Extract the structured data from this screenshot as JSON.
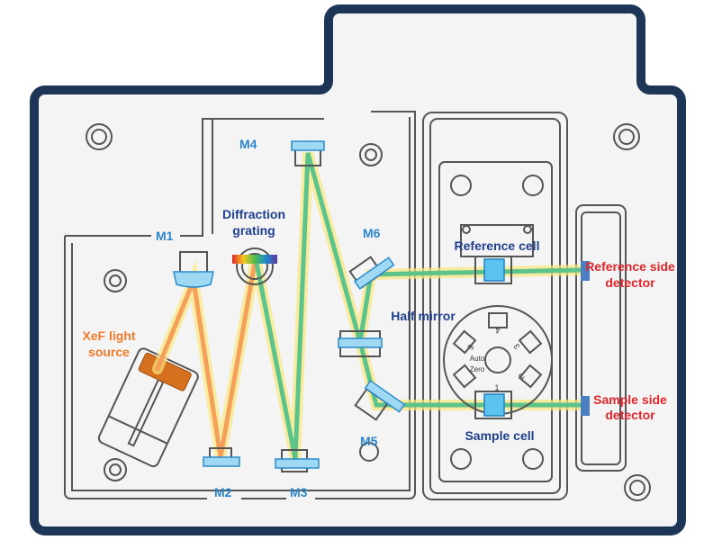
{
  "labels": {
    "m1": "M1",
    "m2": "M2",
    "m3": "M3",
    "m4": "M4",
    "m5": "M5",
    "m6": "M6",
    "grating_1": "Diffraction",
    "grating_2": "grating",
    "source_1": "XeF light",
    "source_2": "source",
    "half_mirror": "Half mirror",
    "reference_cell": "Reference cell",
    "sample_cell": "Sample cell",
    "ref_detector_1": "Reference side",
    "ref_detector_2": "detector",
    "sample_detector_1": "Sample side",
    "sample_detector_2": "detector"
  },
  "carousel": {
    "positions": [
      "1",
      "2",
      "3",
      "4",
      "5"
    ],
    "auto_zero_1": "Auto",
    "auto_zero_2": "Zero"
  },
  "colors": {
    "frame": "#1d3658",
    "mirror_label": "#2b86cc",
    "component_label": "#1f3f8f",
    "source_label": "#f07a2a",
    "detector_label": "#e0262b",
    "excitation_beam": "#f5a05a",
    "monochromatic_beam": "#5cc48a"
  }
}
